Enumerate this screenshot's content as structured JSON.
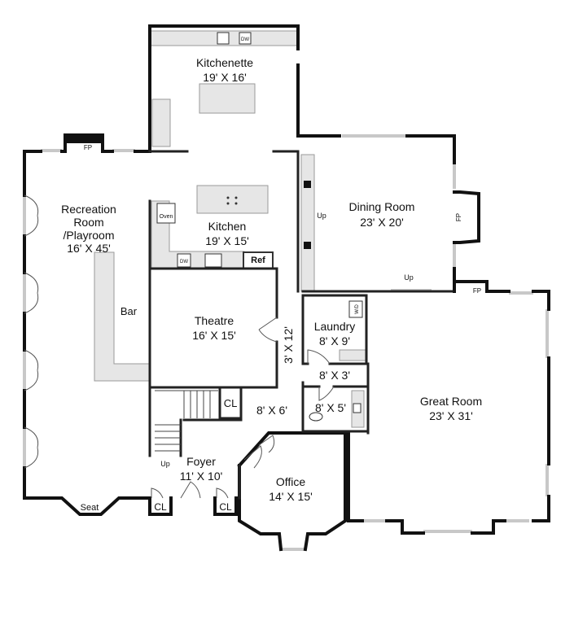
{
  "rooms": {
    "kitchenette": {
      "name": "Kitchenette",
      "dims": "19' X 16'"
    },
    "kitchen": {
      "name": "Kitchen",
      "dims": "19' X 15'"
    },
    "dining": {
      "name": "Dining Room",
      "dims": "23' X 20'"
    },
    "recreation": {
      "name_line1": "Recreation",
      "name_line2": "Room",
      "name_line3": "/Playroom",
      "dims": "16' X 45'"
    },
    "theatre": {
      "name": "Theatre",
      "dims": "16' X 15'"
    },
    "laundry": {
      "name": "Laundry",
      "dims": "8' X 9'"
    },
    "hall_vertical": {
      "dims": "3' X 12'"
    },
    "hall_small": {
      "dims": "8' X 3'"
    },
    "closet_hall": {
      "dims": "8' X 6'"
    },
    "bath": {
      "dims": "8' X 5'"
    },
    "great": {
      "name": "Great Room",
      "dims": "23' X 31'"
    },
    "foyer": {
      "name": "Foyer",
      "dims": "11' X 10'"
    },
    "office": {
      "name": "Office",
      "dims": "14' X 15'"
    }
  },
  "labels": {
    "bar": "Bar",
    "seat": "Seat",
    "fp": "FP",
    "cl": "CL",
    "up": "Up",
    "oven": "Oven",
    "ref": "Ref",
    "dw": "DW",
    "wd": "W/D"
  },
  "colors": {
    "wall": "#111111",
    "counter": "#e6e6e6",
    "window": "#c8c8c8",
    "background": "#ffffff"
  }
}
